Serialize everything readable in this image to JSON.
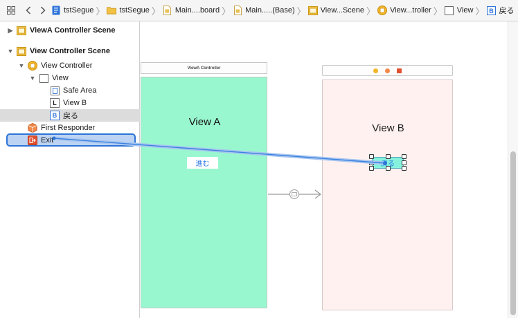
{
  "jumpbar": {
    "items": [
      {
        "label": "tstSegue",
        "icon": "project-icon"
      },
      {
        "label": "tstSegue",
        "icon": "folder-icon"
      },
      {
        "label": "Main....board",
        "icon": "storyboard-file-icon"
      },
      {
        "label": "Main.....(Base)",
        "icon": "storyboard-file-icon"
      },
      {
        "label": "View...Scene",
        "icon": "scene-icon"
      },
      {
        "label": "View...troller",
        "icon": "view-controller-icon"
      },
      {
        "label": "View",
        "icon": "view-icon"
      },
      {
        "label": "戻る",
        "icon": "button-icon"
      }
    ]
  },
  "outline": {
    "rows": [
      {
        "label": "ViewA Controller Scene",
        "icon": "scene-icon",
        "disclosure": "▶",
        "bold": true
      },
      {
        "label": "View Controller Scene",
        "icon": "scene-icon",
        "disclosure": "▼",
        "bold": true
      },
      {
        "label": "View Controller",
        "icon": "view-controller-icon",
        "disclosure": "▼"
      },
      {
        "label": "View",
        "icon": "view-icon",
        "disclosure": "▼"
      },
      {
        "label": "Safe Area",
        "icon": "safe-area-icon",
        "disclosure": ""
      },
      {
        "label": "View B",
        "icon": "label-icon",
        "icon_text": "L",
        "disclosure": ""
      },
      {
        "label": "戻る",
        "icon": "button-icon",
        "icon_text": "B",
        "disclosure": "",
        "selected": true
      },
      {
        "label": "First Responder",
        "icon": "first-responder-icon",
        "disclosure": ""
      },
      {
        "label": "Exit",
        "icon": "exit-icon",
        "disclosure": "",
        "highlighted": true
      }
    ]
  },
  "canvas": {
    "sceneA": {
      "title": "ViewA Controller",
      "label": "View A",
      "button": "進む",
      "background": "#99f7d0"
    },
    "sceneB": {
      "label": "View B",
      "button": "戻る",
      "background": "#fff1f0"
    },
    "segue": {
      "icon": "segue-icon"
    }
  },
  "colors": {
    "accent": "#2c74d6",
    "selection": "#dcdcdc",
    "storyboard_icon": "#e2a21b"
  }
}
